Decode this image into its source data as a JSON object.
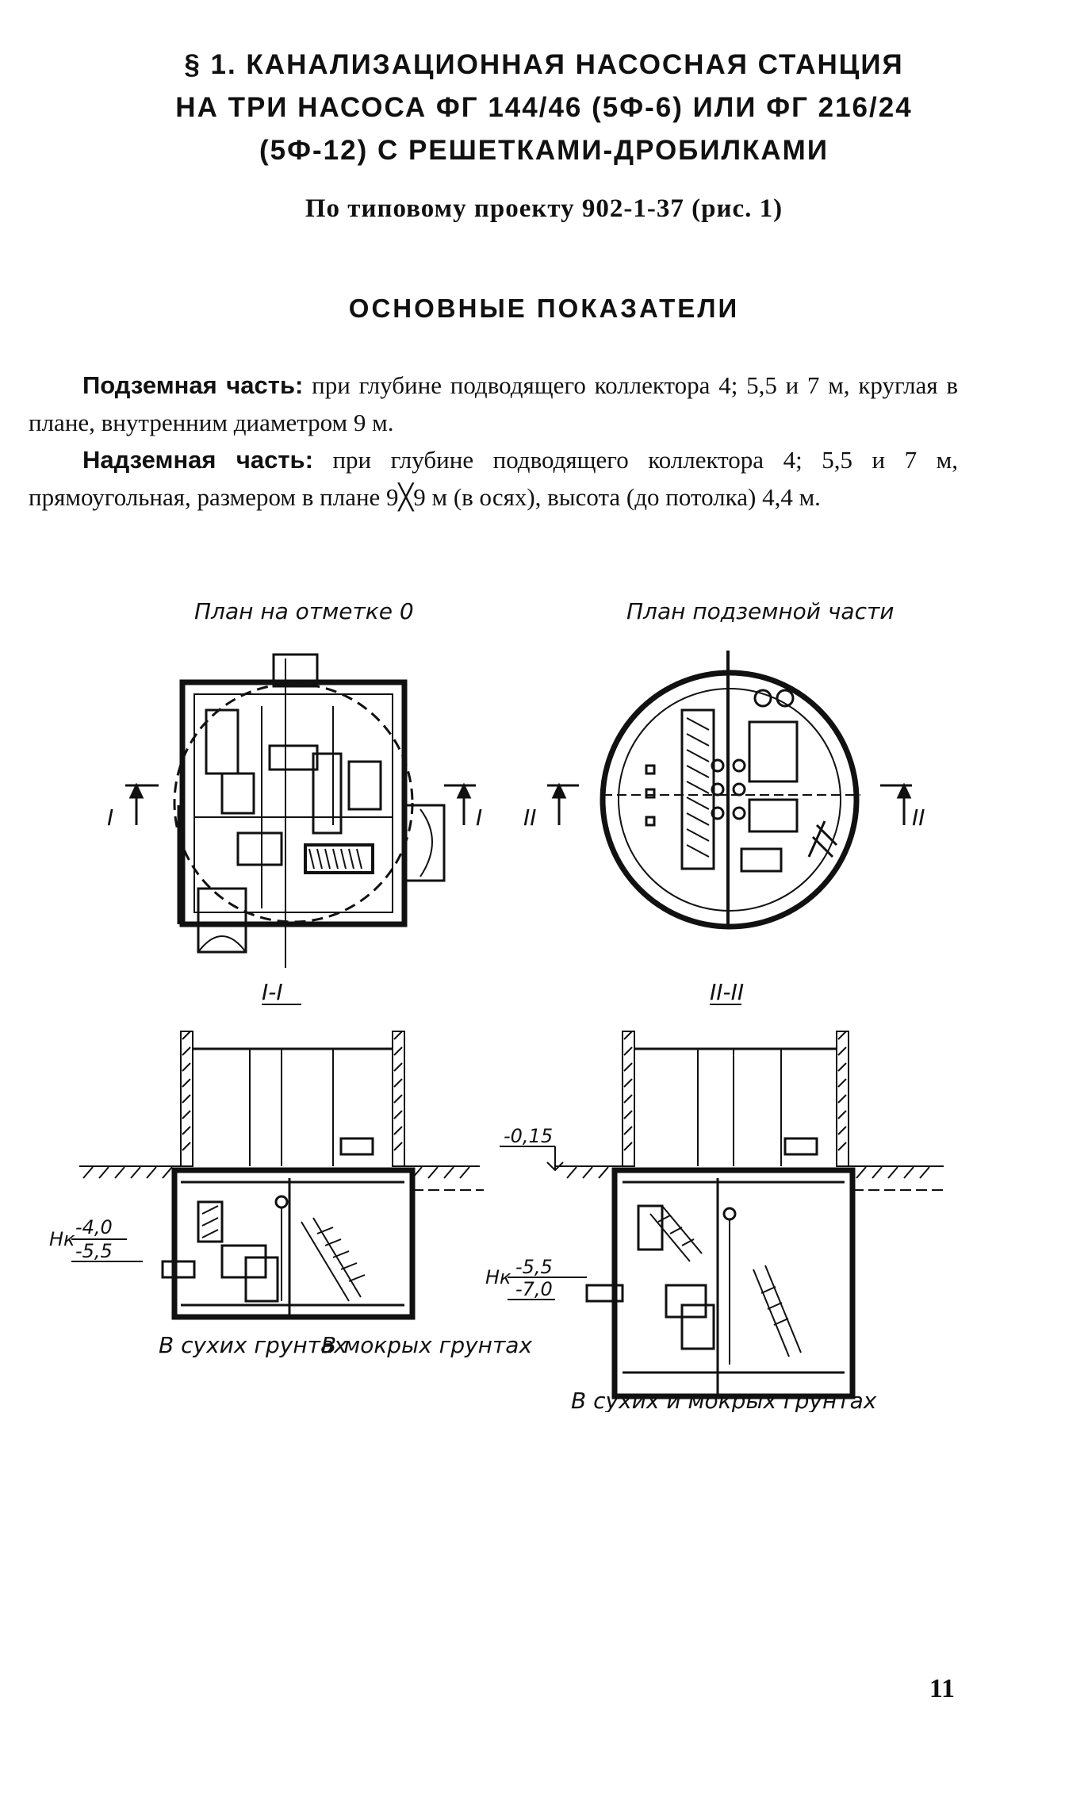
{
  "header": {
    "title_lines": [
      "§ 1. КАНАЛИЗАЦИОННАЯ НАСОСНАЯ СТАНЦИЯ",
      "НА ТРИ НАСОСА ФГ 144/46 (5Ф-6) ИЛИ ФГ 216/24",
      "(5Ф-12) С РЕШЕТКАМИ-ДРОБИЛКАМИ"
    ],
    "subtitle": "По типовому проекту 902-1-37 (рис. 1)"
  },
  "section": {
    "heading": "ОСНОВНЫЕ ПОКАЗАТЕЛИ",
    "paragraphs": [
      {
        "label": "Подземная часть:",
        "text": " при глубине подводящего коллектора 4; 5,5 и 7 м, круглая в плане, внутренним диаметром 9 м."
      },
      {
        "label": "Надземная часть:",
        "text": " при глубине подводящего коллектора 4; 5,5 и 7 м, прямоугольная, размером в плане 9╳9 м (в осях), высота (до потолка) 4,4 м."
      }
    ]
  },
  "figures": {
    "plan_ground_caption": "План на отметке 0",
    "plan_underground_caption": "План подземной части",
    "section_I_label": "I-I",
    "section_II_label": "II-II",
    "marker_I": "I",
    "marker_II": "II",
    "level_ground": "-0,15",
    "section_I_levels": [
      "-4,0",
      "-5,5"
    ],
    "section_II_levels": [
      "-5,5",
      "-7,0"
    ],
    "hk_label": "Нк",
    "note_dry": "В сухих грунтах",
    "note_wet": "В мокрых грунтах",
    "note_dry_wet": "В сухих и мокрых грунтах"
  },
  "footer": {
    "page_number": "11"
  }
}
